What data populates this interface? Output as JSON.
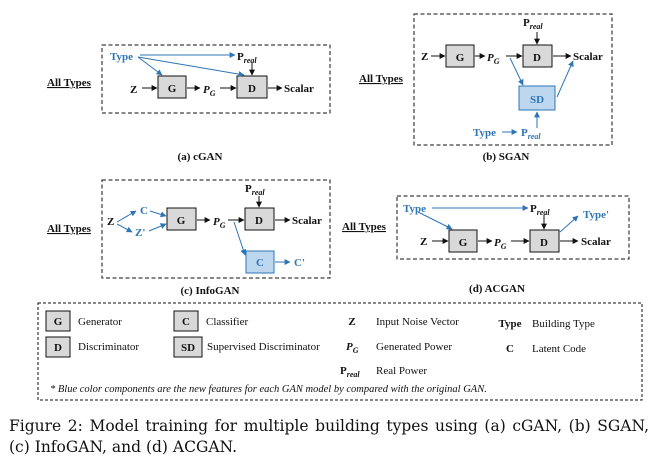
{
  "colors": {
    "accent": "#2e75b6",
    "accent_fill": "#bdd7ee",
    "box_fill": "#d9d9d9",
    "ink": "#111111"
  },
  "common": {
    "all_types": "All Types",
    "type": "Type",
    "z": "Z",
    "g": "G",
    "d": "D",
    "pg_main": "P",
    "pg_sub": "G",
    "preal_main": "P",
    "preal_sub": "real",
    "scalar": "Scalar",
    "sd": "SD",
    "c": "C",
    "z_prime": "Z'",
    "c_prime": "C'",
    "type_prime": "Type'"
  },
  "panels": {
    "a": "(a) cGAN",
    "b": "(b) SGAN",
    "c": "(c) InfoGAN",
    "d": "(d) ACGAN"
  },
  "legend": {
    "generator_key": "G",
    "generator": "Generator",
    "discriminator_key": "D",
    "discriminator": "Discriminator",
    "classifier_key": "C",
    "classifier": "Classifier",
    "supervised_key": "SD",
    "supervised": "Supervised Discriminator",
    "z_key": "Z",
    "z_desc": "Input Noise Vector",
    "pg_desc": "Generated Power",
    "preal_desc": "Real Power",
    "type_key": "Type",
    "type_desc": "Building Type",
    "c_key": "C",
    "c_desc": "Latent Code"
  },
  "note": "* Blue color components are the new features for each GAN model by compared with the original GAN.",
  "caption": "Figure 2: Model training for multiple building types using (a) cGAN, (b) SGAN, (c) InfoGAN, and (d) ACGAN."
}
